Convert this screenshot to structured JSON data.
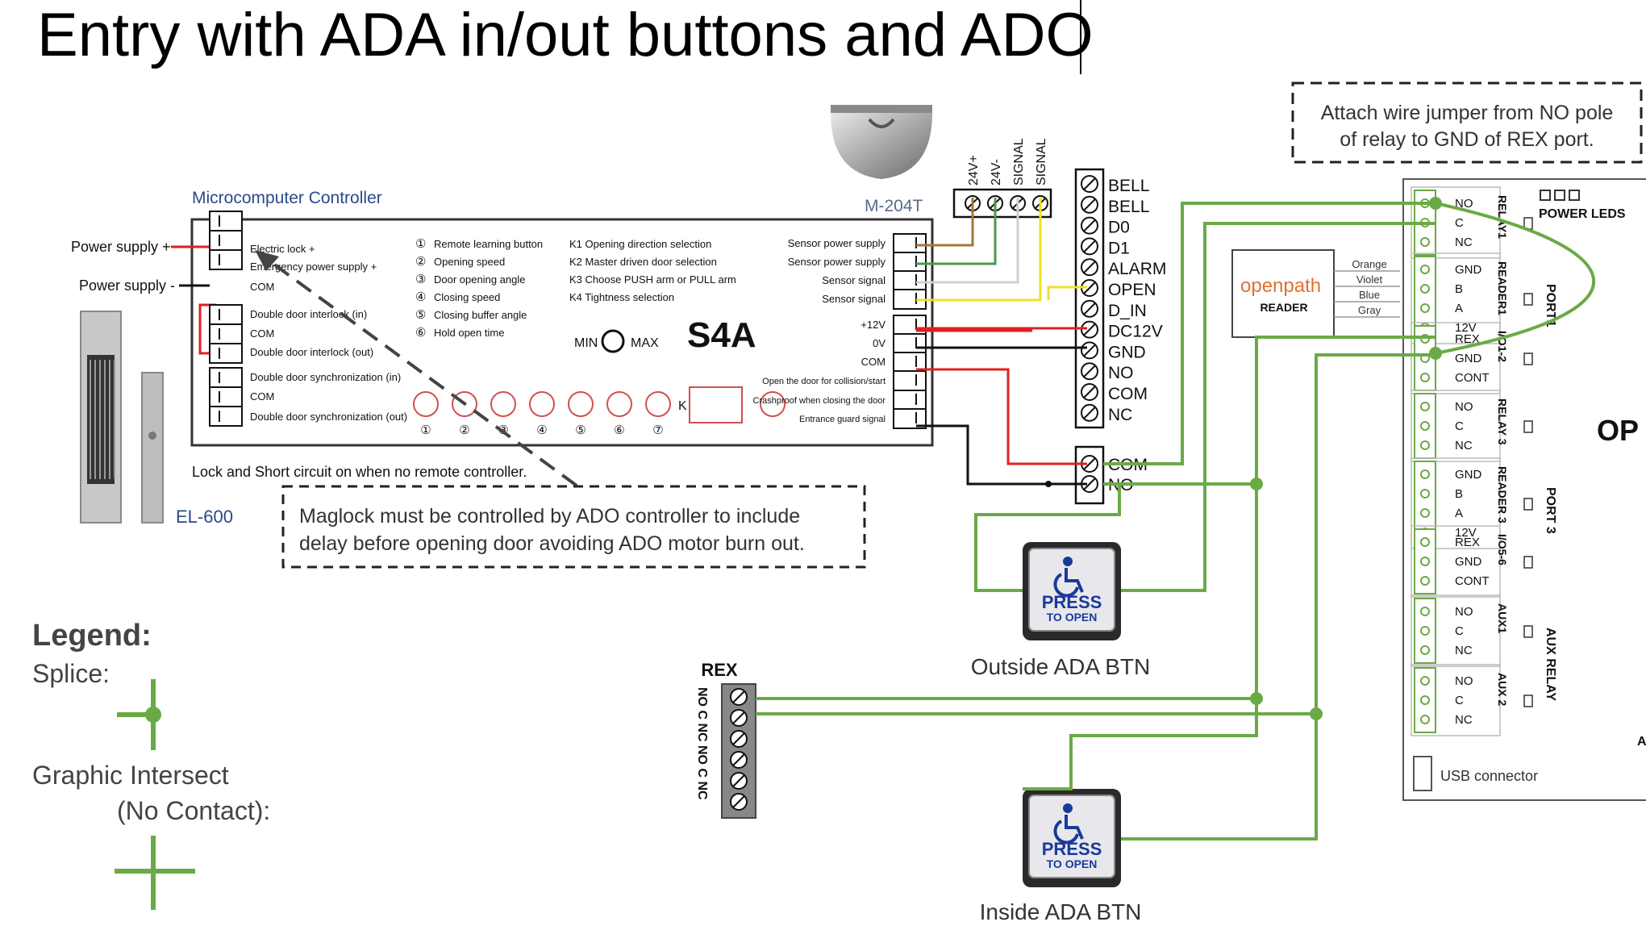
{
  "title": "Entry with ADA in/out buttons and ADO",
  "colors": {
    "wire_green": "#6aaa46",
    "wire_red": "#e02020",
    "wire_yellow": "#f0e020",
    "wire_brown": "#a07838",
    "wire_white": "#d8d8d8",
    "wire_black": "#111111"
  },
  "notes": {
    "jumper_line1": "Attach wire jumper from NO pole",
    "jumper_line2": "of relay to GND of REX port.",
    "maglock_line1": "Maglock must be controlled by ADO controller to include",
    "maglock_line2": "delay before opening door avoiding ADO motor burn out."
  },
  "controller": {
    "heading": "Microcomputer Controller",
    "model": "S4A",
    "power_plus": "Power supply +",
    "power_minus": "Power supply -",
    "left_terms": [
      "Electric lock +",
      "Emergency power supply +",
      "COM",
      "Double door interlock (in)",
      "COM",
      "Double door interlock (out)",
      "Double door synchronization (in)",
      "COM",
      "Double door synchronization (out)"
    ],
    "numbered": [
      "Remote learning button",
      "Opening speed",
      "Door opening angle",
      "Closing speed",
      "Closing buffer angle",
      "Hold open time"
    ],
    "numbered_marks": [
      "①",
      "②",
      "③",
      "④",
      "⑤",
      "⑥"
    ],
    "k_items": [
      "K1 Opening direction selection",
      "K2 Master driven door selection",
      "K3 Choose PUSH arm or PULL arm",
      "K4 Tightness selection"
    ],
    "right_terms": [
      "Sensor power supply",
      "Sensor power supply",
      "Sensor signal",
      "Sensor signal",
      "+12V",
      "0V",
      "COM",
      "Open the door for collision/start",
      "Crashproof when closing the door",
      "Entrance guard signal"
    ],
    "min": "MIN",
    "max": "MAX",
    "k": "K",
    "knob_numbers": [
      "①",
      "②",
      "③",
      "④",
      "⑤",
      "⑥",
      "⑦"
    ],
    "footer": "Lock and Short circuit on when no remote controller."
  },
  "maglock": {
    "model": "EL-600"
  },
  "sensor": {
    "model": "M-204T",
    "terms": [
      "24V+",
      "24V-",
      "SIGNAL",
      "SIGNAL"
    ]
  },
  "terminal_block": {
    "labels": [
      "BELL",
      "BELL",
      "D0",
      "D1",
      "ALARM",
      "OPEN",
      "D_IN",
      "DC12V",
      "GND",
      "NO",
      "COM",
      "NC"
    ]
  },
  "ado_relay": {
    "labels": [
      "COM",
      "NO"
    ]
  },
  "reader": {
    "brand": "openpath",
    "label": "READER",
    "wires": [
      "Orange",
      "Violet",
      "Blue",
      "Gray"
    ]
  },
  "rex": {
    "label": "REX",
    "terms": "NO C NC NO C NC"
  },
  "buttons": {
    "press": "PRESS",
    "to_open": "TO OPEN",
    "outside": "Outside ADA BTN",
    "inside": "Inside ADA BTN"
  },
  "legend": {
    "title": "Legend:",
    "splice": "Splice:",
    "intersect1": "Graphic Intersect",
    "intersect2": "(No Contact):"
  },
  "openpath_board": {
    "power_leds": "POWER LEDS",
    "relay1": [
      "NO",
      "C",
      "NC"
    ],
    "reader1": [
      "GND",
      "B",
      "A",
      "12V"
    ],
    "io12": [
      "REX",
      "GND",
      "CONT"
    ],
    "relay3": [
      "NO",
      "C",
      "NC"
    ],
    "reader3": [
      "GND",
      "B",
      "A",
      "12V"
    ],
    "io56": [
      "REX",
      "GND",
      "CONT"
    ],
    "aux1": [
      "NO",
      "C",
      "NC"
    ],
    "aux2": [
      "NO",
      "C",
      "NC"
    ],
    "side_labels": [
      "RELAY1",
      "READER1",
      "I/O1-2",
      "RELAY 3",
      "READER 3",
      "I/O5-6",
      "AUX1",
      "AUX 2"
    ],
    "port1": "PORT1",
    "port3": "PORT 3",
    "aux_relay": "AUX RELAY",
    "brand_partial": "OP",
    "corner_partial": "A",
    "usb": "USB connector"
  }
}
